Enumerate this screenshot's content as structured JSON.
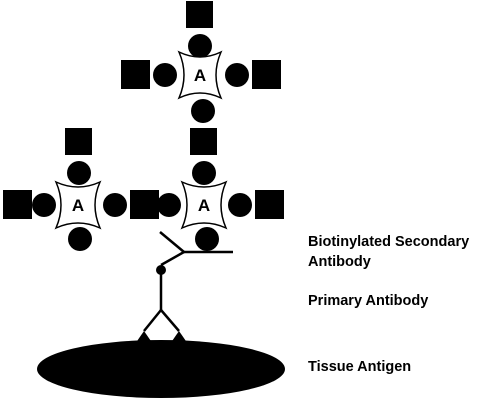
{
  "diagram": {
    "avidin_letter": "A",
    "labels": {
      "secondary_antibody": [
        "Biotinylated Secondary",
        "Antibody"
      ],
      "primary_antibody": "Primary Antibody",
      "tissue_antigen": "Tissue Antigen"
    },
    "colors": {
      "ink": "#000000",
      "avidin_fill": "#ffffff"
    }
  }
}
